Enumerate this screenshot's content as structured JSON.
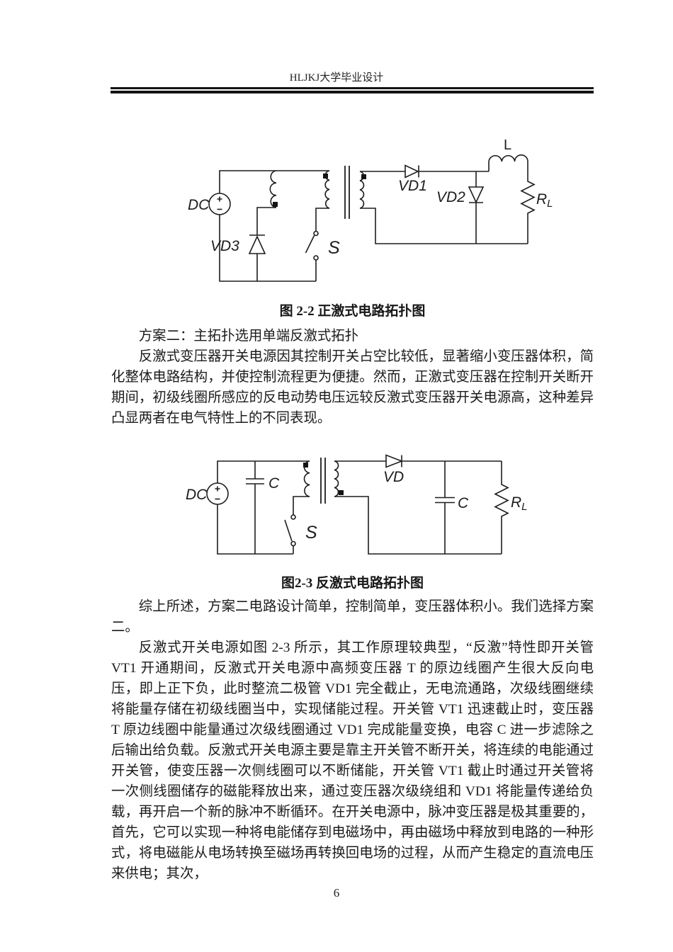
{
  "header": {
    "title": "HLJKJ大学毕业设计"
  },
  "figure22": {
    "caption": "图 2-2 正激式电路拓扑图",
    "labels": {
      "dc": "DC",
      "vd3": "VD3",
      "s": "S",
      "vd1": "VD1",
      "vd2": "VD2",
      "l": "L",
      "r": "R",
      "r_sub": "L"
    }
  },
  "figure23": {
    "caption": "图2-3 反激式电路拓扑图",
    "labels": {
      "dc": "DC",
      "c_in": "C",
      "s": "S",
      "vd": "VD",
      "c_out": "C",
      "r": "R",
      "r_sub": "L"
    }
  },
  "body": {
    "p1": "方案二：主拓扑选用单端反激式拓扑",
    "p2": "反激式变压器开关电源因其控制开关占空比较低，显著缩小变压器体积，简化整体电路结构，并使控制流程更为便捷。然而，正激式变压器在控制开关断开期间，初级线圈所感应的反电动势电压远较反激式变压器开关电源高，这种差异凸显两者在电气特性上的不同表现。",
    "p3": "综上所述，方案二电路设计简单，控制简单，变压器体积小。我们选择方案二。",
    "p4": "反激式开关电源如图 2-3 所示，其工作原理较典型，“反激”特性即开关管 VT1 开通期间，反激式开关电源中高频变压器 T 的原边线圈产生很大反向电压，即上正下负，此时整流二极管 VD1 完全截止，无电流通路，次级线圈继续将能量存储在初级线圈当中，实现储能过程。开关管 VT1 迅速截止时，变压器 T 原边线圈中能量通过次级线圈通过 VD1 完成能量变换，电容 C 进一步滤除之后输出给负载。反激式开关电源主要是靠主开关管不断开关，将连续的电能通过开关管，使变压器一次侧线圈可以不断储能，开关管 VT1 截止时通过开关管将一次侧线圈储存的磁能释放出来，通过变压器次级绕组和 VD1 将能量传递给负载，再开启一个新的脉冲不断循环。在开关电源中，脉冲变压器是极其重要的，首先，它可以实现一种将电能储存到电磁场中，再由磁场中释放到电路的一种形式，将电磁能从电场转换至磁场再转换回电场的过程，从而产生稳定的直流电压来供电；其次，",
    "page_number": "6"
  }
}
